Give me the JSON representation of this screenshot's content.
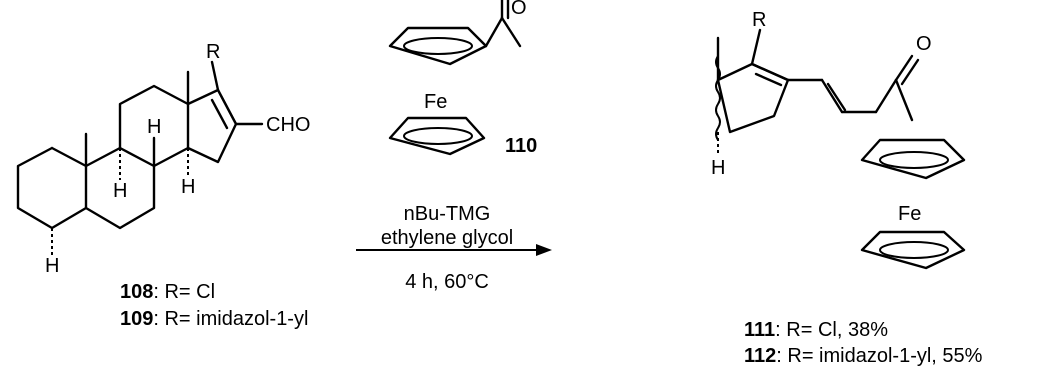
{
  "reactant": {
    "substituent_label": "R",
    "aldehyde_label": "CHO",
    "h_label": "H",
    "compounds": [
      {
        "number": "108",
        "text": ": R= Cl"
      },
      {
        "number": "109",
        "text": ": R= imidazol-1-yl"
      }
    ]
  },
  "reagent": {
    "oxygen_label": "O",
    "iron_label": "Fe",
    "number": "110",
    "conditions": [
      "nBu-TMG",
      "ethylene glycol"
    ],
    "time_temp": "4 h, 60°C"
  },
  "product": {
    "substituent_label": "R",
    "oxygen_label": "O",
    "iron_label": "Fe",
    "h_label": "H",
    "compounds": [
      {
        "number": "111",
        "text": ": R= Cl, 38%"
      },
      {
        "number": "112",
        "text": ": R= imidazol-1-yl, 55%"
      }
    ]
  }
}
